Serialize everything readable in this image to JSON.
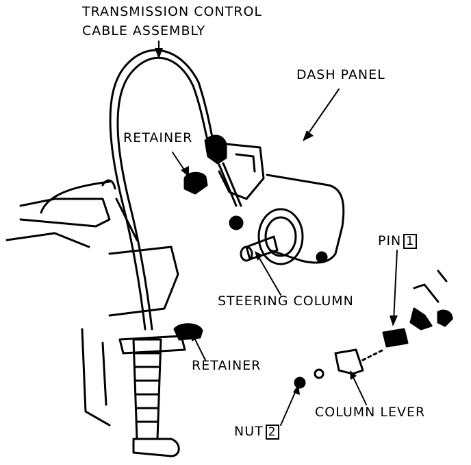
{
  "labels": {
    "cable_line1": "TRANSMISSION CONTROL",
    "cable_line2": "CABLE ASSEMBLY",
    "dash_panel": "DASH PANEL",
    "retainer_top": "RETAINER",
    "retainer_bottom": "RETAINER",
    "steering_column": "STEERING COLUMN",
    "pin": "PIN",
    "pin_ref": "1",
    "column_lever": "COLUMN LEVER",
    "nut": "NUT",
    "nut_ref": "2"
  },
  "colors": {
    "ink": "#000000",
    "paper": "#ffffff"
  }
}
